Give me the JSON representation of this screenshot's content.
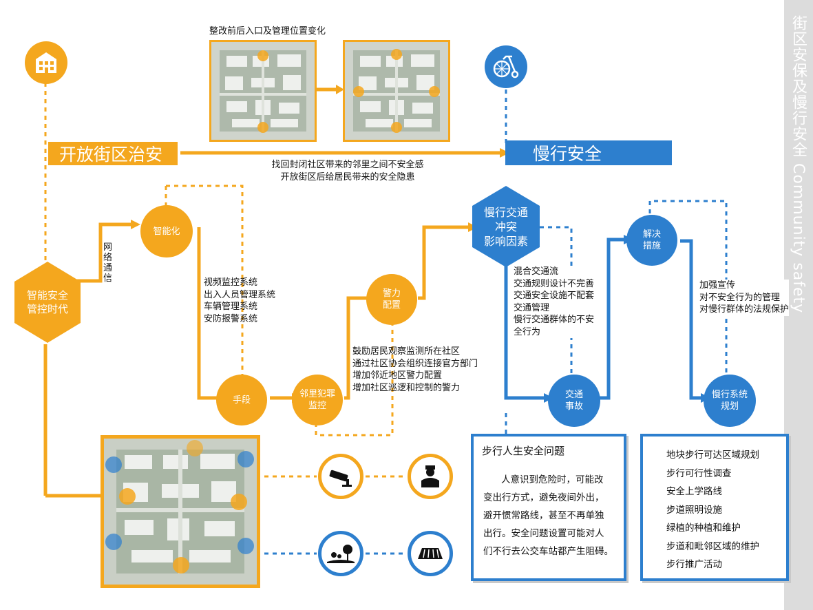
{
  "colors": {
    "orange": "#f4a71e",
    "blue": "#2d7fce",
    "side_bar": "#dcdcdc"
  },
  "side_title": "街区安保及慢行安全  Community safety",
  "top_caption": "整改前后入口及管理位置变化",
  "band_left": "开放街区治安",
  "band_right": "慢行安全",
  "center_caption": [
    "找回封闭社区带来的邻里之间不安全感",
    "开放街区后给居民带来的安全隐患"
  ],
  "hex_left": "智能安全\n管控时代",
  "network_label": "网络通信",
  "nodes": {
    "smart": "智能化",
    "means": "手段",
    "neighborhood": "邻里犯罪\n监控",
    "police": "警力\n配置",
    "conflict": "慢行交通\n冲突\n影响因素",
    "accident": "交通\n事故",
    "solution": "解决\n措施",
    "slow_plan": "慢行系统\n规划"
  },
  "systems_list": [
    "视频监控系统",
    "出入人员管理系统",
    "车辆管理系统",
    "安防报警系统"
  ],
  "police_list": [
    "鼓励居民观察监测所在社区",
    "通过社区协会组织连接官方部门",
    "增加邻近地区警力配置",
    "增加社区巡逻和控制的警力"
  ],
  "conflict_list": [
    "混合交通流",
    "交通规则设计不完善",
    "交通安全设施不配套",
    "交通管理",
    "慢行交通群体的不安",
    "全行为"
  ],
  "solution_list": [
    "加强宣传",
    "对不安全行为的管理",
    "对慢行群体的法规保护"
  ],
  "panel_safety": {
    "title": "步行人生安全问题",
    "lines": [
      "人意识到危险时，可能改",
      "变出行方式，避免夜间外出，",
      "避开惯常路线，甚至不再单独",
      "出行。安全问题设置可能对人",
      "们不行去公交车站都产生阻碍。"
    ]
  },
  "panel_plan": {
    "items": [
      "地块步行可达区域规划",
      "步行可行性调查",
      "安全上学路线",
      "步道照明设施",
      "绿植的种植和维护",
      "步道和毗邻区域的维护",
      "步行推广活动"
    ]
  },
  "icons": [
    "building-icon",
    "bicycle-icon",
    "cctv-camera-icon",
    "security-guard-icon",
    "greenery-icon",
    "bus-stop-shelter-icon"
  ]
}
